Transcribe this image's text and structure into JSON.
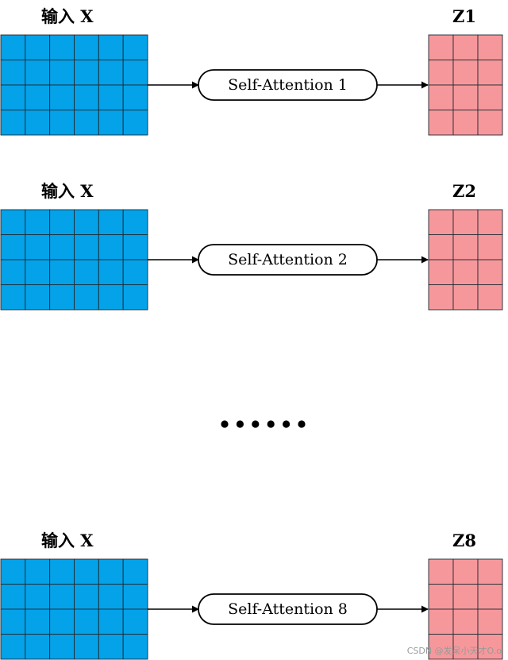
{
  "diagram": {
    "colors": {
      "input_fill": "#04a2e8",
      "output_fill": "#f6989b",
      "grid_line": "#1f2a33",
      "arrow": "#000000"
    },
    "input_grid": {
      "rows": 4,
      "cols": 6
    },
    "output_grid": {
      "rows": 4,
      "cols": 3
    },
    "heads": [
      {
        "input_label": "输入  X",
        "block_label": "Self-Attention 1",
        "output_label": "Z1"
      },
      {
        "input_label": "输入  X",
        "block_label": "Self-Attention 2",
        "output_label": "Z2"
      },
      {
        "input_label": "输入  X",
        "block_label": "Self-Attention 8",
        "output_label": "Z8"
      }
    ],
    "ellipsis_dot_count": 6
  },
  "watermark": "CSDN @发呆小天才O.o"
}
